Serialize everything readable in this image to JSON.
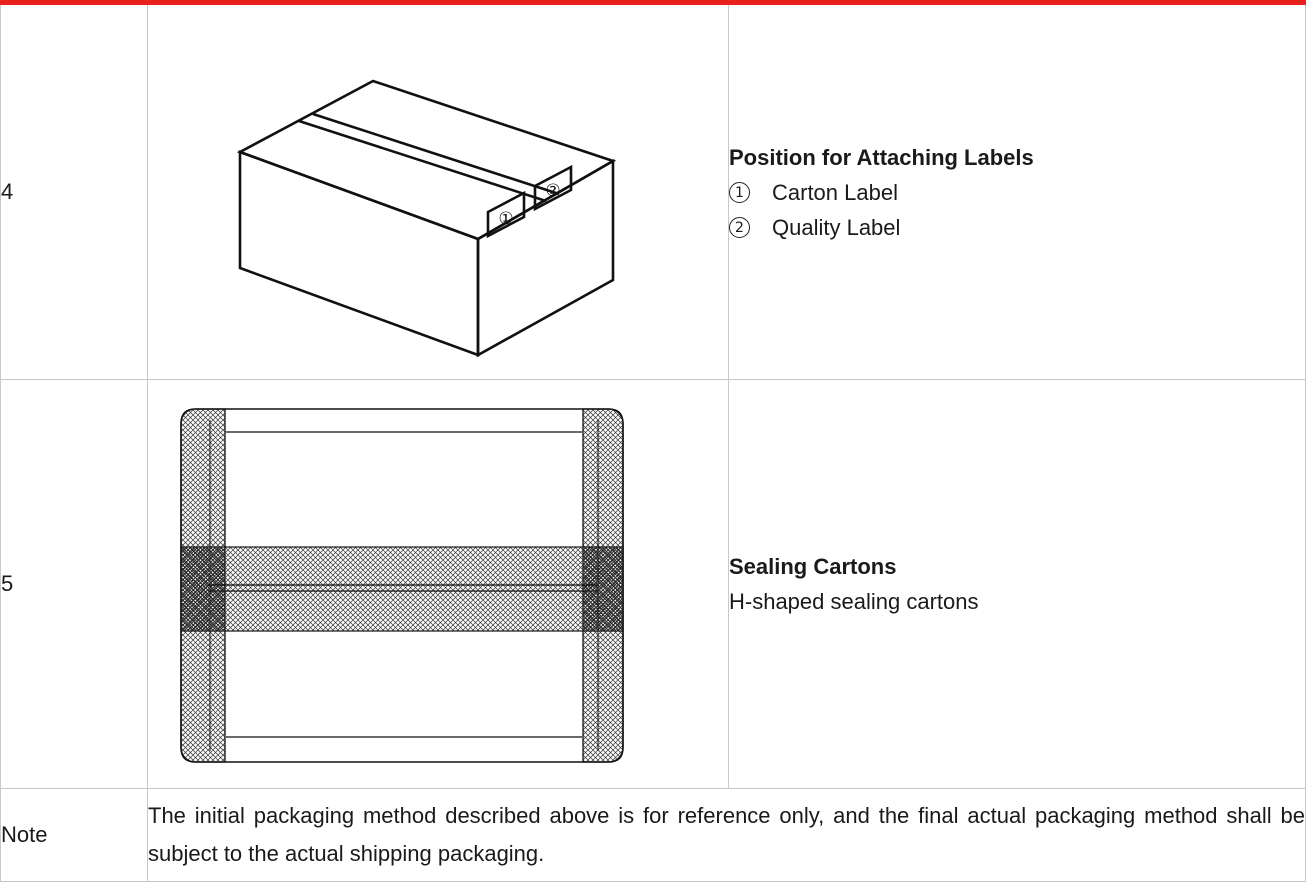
{
  "rows": [
    {
      "step": "4",
      "title": "Position for Attaching Labels",
      "items": [
        {
          "num": "①",
          "label": "Carton Label"
        },
        {
          "num": "②",
          "label": "Quality Label"
        }
      ],
      "figure": {
        "icon": "carton-box-with-labels",
        "marker_1": "①",
        "marker_2": "②"
      }
    },
    {
      "step": "5",
      "title": "Sealing Cartons",
      "text": "H-shaped sealing cartons",
      "figure": {
        "icon": "h-shaped-sealing-tape"
      }
    }
  ],
  "note": {
    "label": "Note",
    "text": "The initial packaging method described above is for reference only, and the final actual packaging method shall be subject to the actual shipping packaging."
  },
  "colors": {
    "accent_bar": "#e8211c",
    "border": "#c8c8c8"
  }
}
